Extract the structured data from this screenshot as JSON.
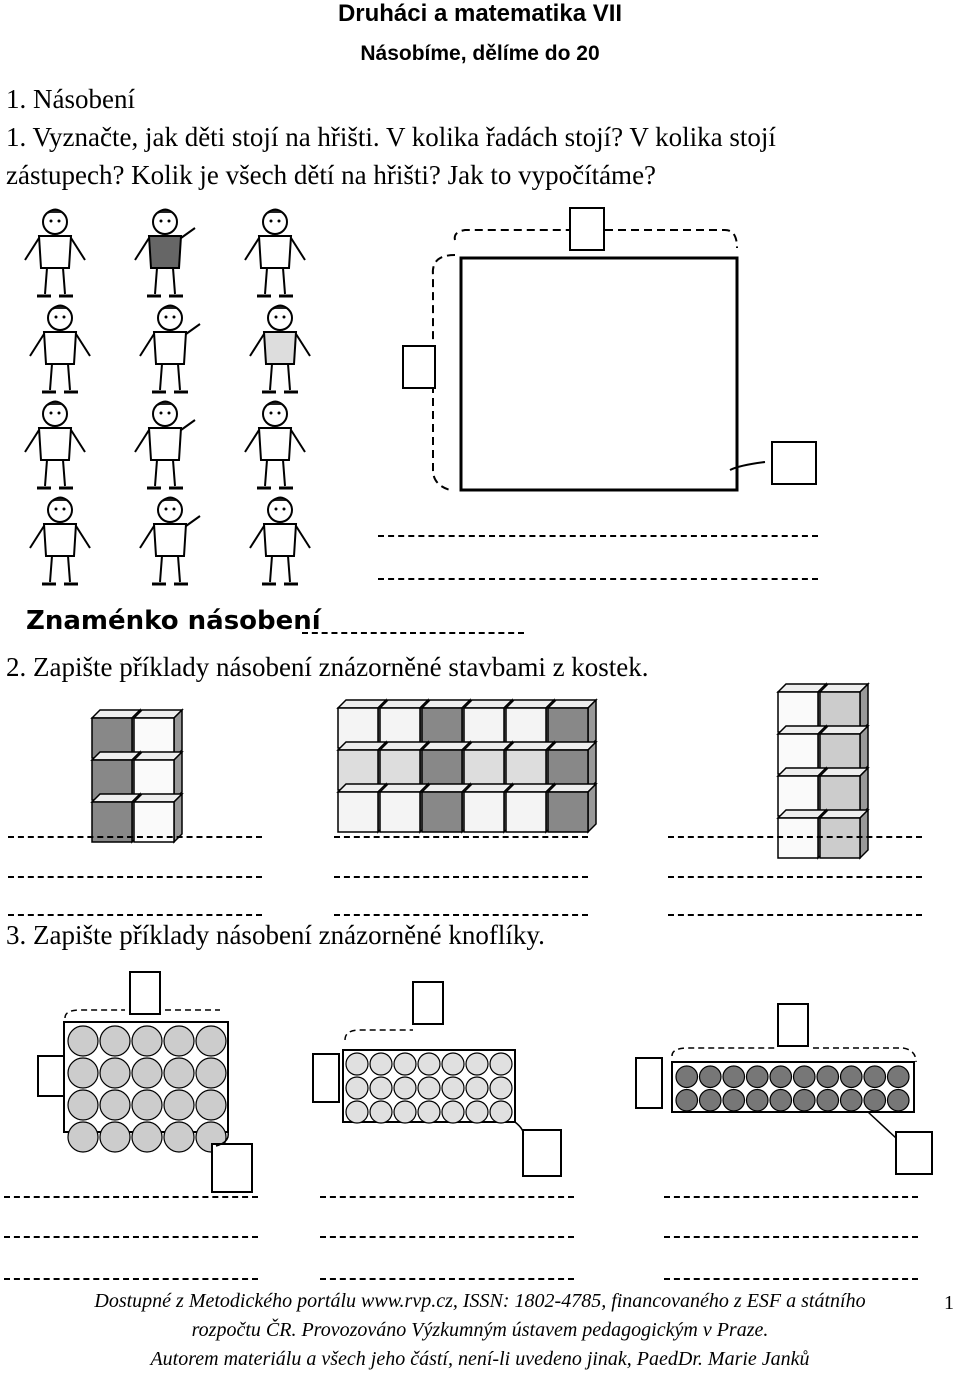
{
  "header": {
    "title": "Druháci a matematika VII",
    "subtitle": "Násobíme, dělíme do 20"
  },
  "section1": {
    "heading": "1. Násobení",
    "task_line1": "1. Vyznačte,  jak děti stojí na hřišti. V kolika řadách stojí?  V kolika stojí",
    "task_line2": "zástupech?  Kolik je všech dětí na hřišti?  Jak to vypočítáme?",
    "sign_label": "Znaménko násobení"
  },
  "section2": {
    "task": "2. Zapište příklady násobení znázorněné stavbami z kostek."
  },
  "section3": {
    "task": "3. Zapište příklady násobení znázorněné knoflíky."
  },
  "footer": {
    "line1": "Dostupné z Metodického portálu www.rvp.cz, ISSN: 1802-4785, financovaného z ESF a státního",
    "line2": "rozpočtu ČR. Provozováno Výzkumným ústavem pedagogickým v Praze.",
    "line3": "Autorem materiálu a všech jeho částí, není-li uvedeno jinak, PaedDr. Marie Janků",
    "page_number": "1"
  },
  "illustrations": {
    "children_grid": {
      "rows": 4,
      "columns": 3
    },
    "cube_buildings": [
      {
        "columns": 2,
        "rows": 3
      },
      {
        "columns": 6,
        "rows": 3
      },
      {
        "columns": 2,
        "rows": 4
      }
    ],
    "button_sets": [
      {
        "columns": 5,
        "rows": 4,
        "fill": "#cccccc"
      },
      {
        "columns": 7,
        "rows": 3,
        "fill": "#e0e0e0"
      },
      {
        "columns": 10,
        "rows": 2,
        "fill": "#777777"
      }
    ]
  }
}
